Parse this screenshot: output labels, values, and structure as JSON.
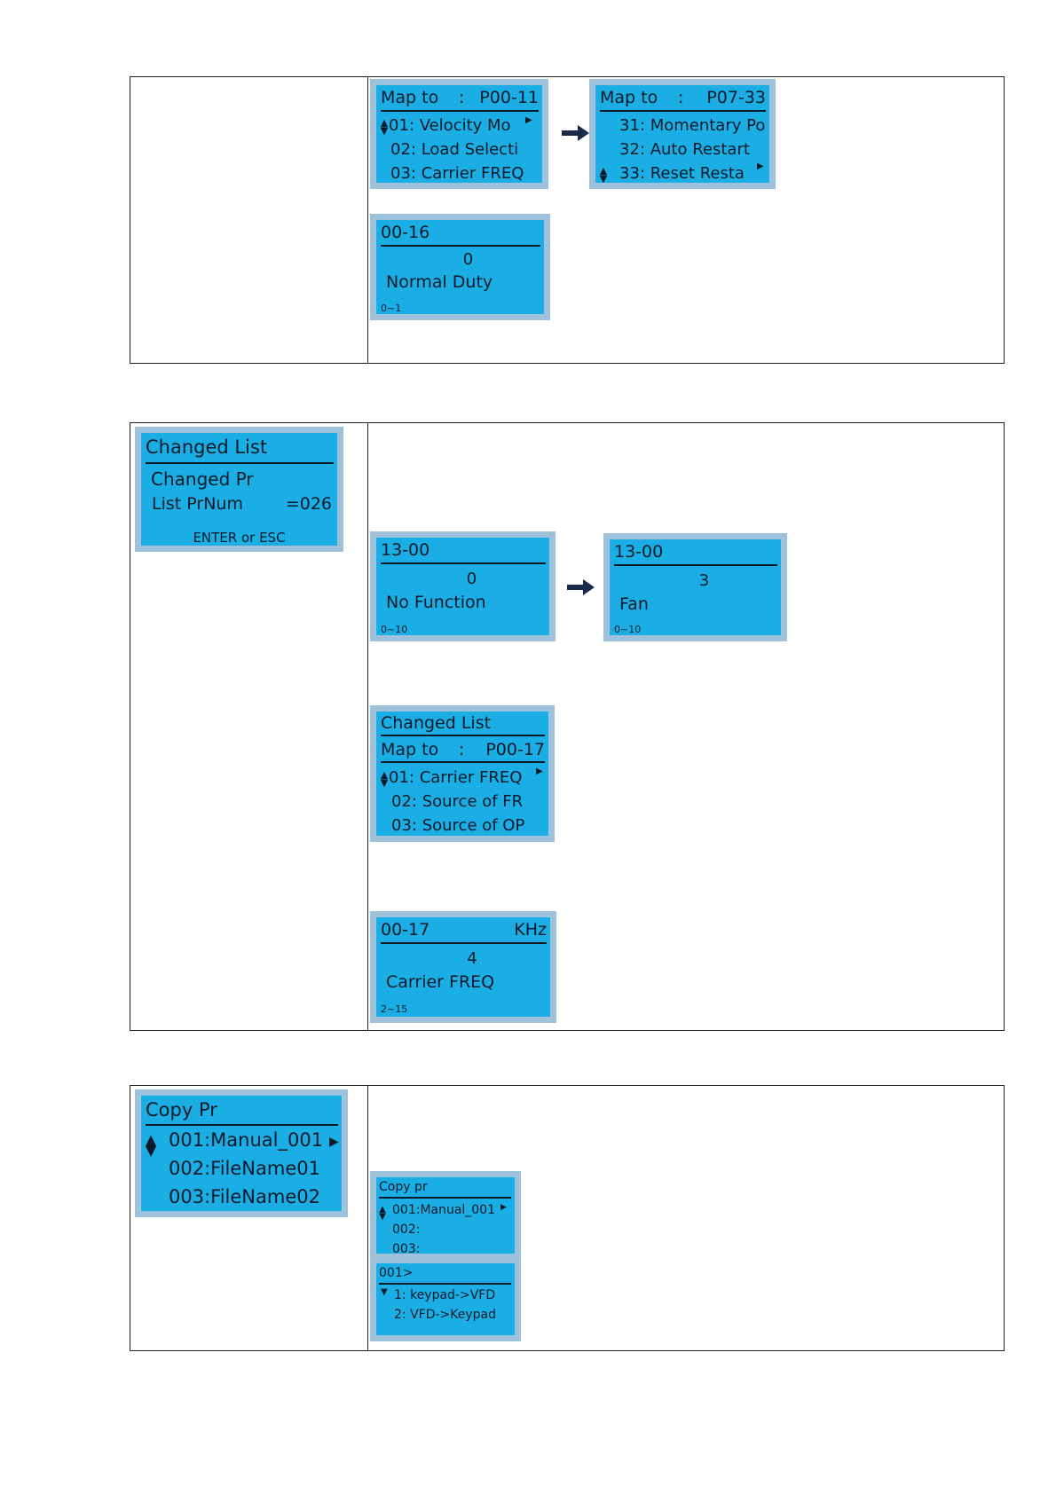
{
  "section1": {
    "screen_map_a": {
      "header_left": "Map to",
      "header_colon": ":",
      "header_right": "P00-11",
      "items": [
        "01: Velocity Mo",
        "02: Load Selecti",
        "03: Carrier FREQ"
      ]
    },
    "screen_map_b": {
      "header_left": "Map to",
      "header_colon": ":",
      "header_right": "P07-33",
      "items": [
        "31: Momentary Po",
        "32: Auto Restart",
        "33: Reset Resta"
      ]
    },
    "screen_param": {
      "header_left": "00-16",
      "value": "0",
      "label": "Normal Duty",
      "range": "0~1"
    }
  },
  "section2": {
    "screen_changed": {
      "header": "Changed List",
      "line1": "Changed Pr",
      "line2_left": "List PrNum",
      "line2_right": "=026",
      "footer": "ENTER or ESC"
    },
    "screen_13a": {
      "header_left": "13-00",
      "value": "0",
      "label": "No Function",
      "range": "0~10"
    },
    "screen_13b": {
      "header_left": "13-00",
      "value": "3",
      "label": "Fan",
      "range": "0~10"
    },
    "screen_changed_map": {
      "header": "Changed List",
      "sub_left": "Map to",
      "sub_colon": ":",
      "sub_right": "P00-17",
      "items": [
        "01: Carrier FREQ",
        "02: Source of FR",
        "03: Source of OP"
      ]
    },
    "screen_0017": {
      "header_left": "00-17",
      "header_right": "KHz",
      "value": "4",
      "label": "Carrier FREQ",
      "range": "2~15"
    }
  },
  "section3": {
    "screen_copy_big": {
      "header": "Copy Pr",
      "items": [
        "001:Manual_001",
        "002:FileName01",
        "003:FileName02"
      ]
    },
    "screen_copy_small": {
      "header": "Copy pr",
      "items": [
        "001:Manual_001",
        "002:",
        "003:"
      ]
    },
    "screen_copy_dest": {
      "header": "001>",
      "items": [
        "1: keypad->VFD",
        "2: VFD->Keypad"
      ]
    }
  },
  "colors": {
    "lcd_bg": "#1aaee4",
    "lcd_frame": "#9fc2dc",
    "lcd_text": "#0b1a2a",
    "arrow": "#1b2a4a"
  }
}
